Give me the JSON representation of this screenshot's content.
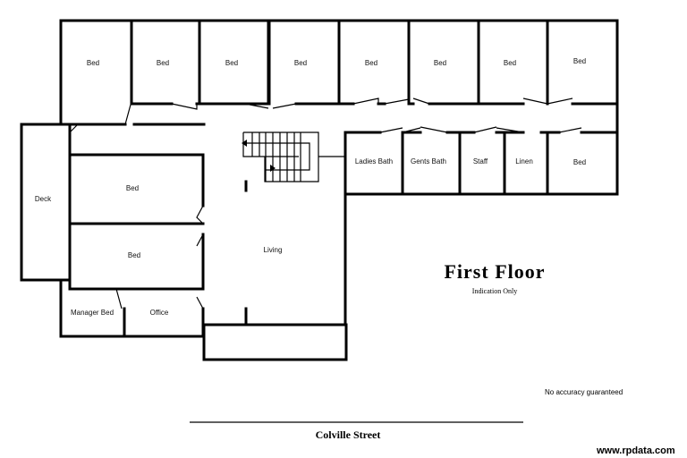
{
  "rooms": {
    "top_beds": [
      "Bed",
      "Bed",
      "Bed",
      "Bed",
      "Bed",
      "Bed",
      "Bed",
      "Bed"
    ],
    "deck": "Deck",
    "bed_upper": "Bed",
    "bed_lower": "Bed",
    "manager_bed": "Manager Bed",
    "office": "Office",
    "living": "Living",
    "ladies_bath": "Ladies Bath",
    "gents_bath": "Gents Bath",
    "staff": "Staff",
    "linen": "Linen",
    "bed_right": "Bed"
  },
  "title": "First Floor",
  "subtitle": "Indication Only",
  "disclaimer": "No accuracy guaranteed",
  "street": "Colville Street",
  "watermark": "www.rpdata.com"
}
